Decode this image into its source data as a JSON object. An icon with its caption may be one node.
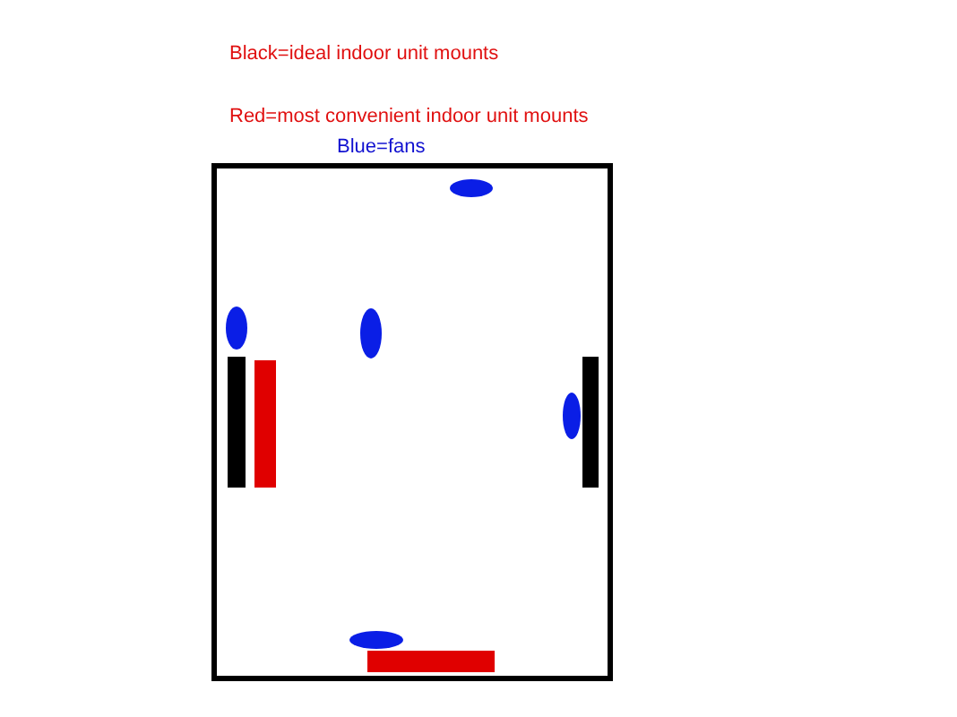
{
  "diagram": {
    "labels": [
      "Black=ideal indoor unit mounts",
      "Red=most convenient indoor unit mounts",
      "Blue=fans"
    ]
  }
}
